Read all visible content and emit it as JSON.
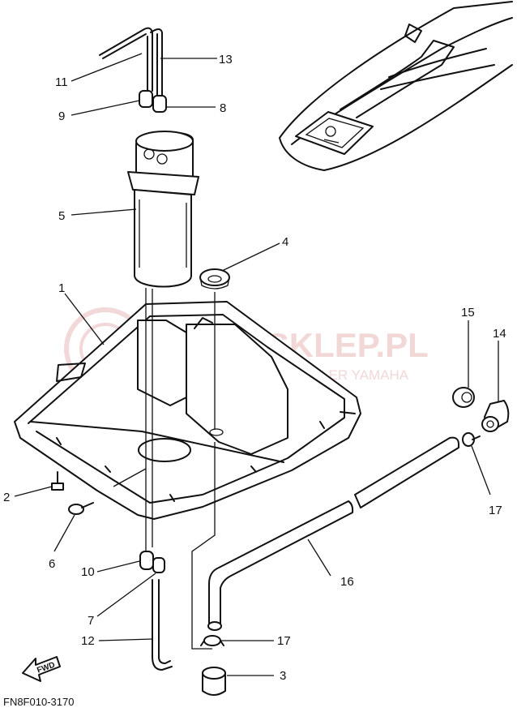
{
  "watermark": {
    "brand": "YAMA-SKLEP.PL",
    "dealer": "WOJCIECHOWICZ | DEALER YAMAHA"
  },
  "reference_code": "FN8F010-3170",
  "fwd_arrow_label": "FWD",
  "callouts": {
    "c1": "1",
    "c2": "2",
    "c3": "3",
    "c4": "4",
    "c5": "5",
    "c6": "6",
    "c7": "7",
    "c8": "8",
    "c9": "9",
    "c10": "10",
    "c11": "11",
    "c12": "12",
    "c13": "13",
    "c14": "14",
    "c15": "15",
    "c16": "16",
    "c17a": "17",
    "c17b": "17"
  }
}
